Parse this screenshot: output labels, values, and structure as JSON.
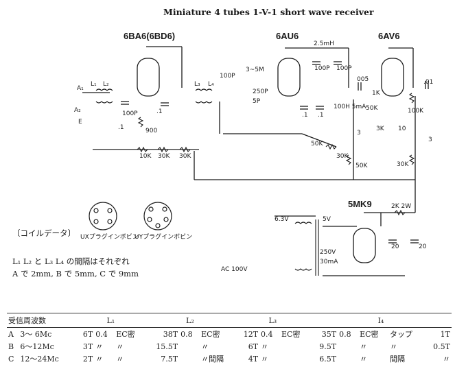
{
  "title": "Miniature 4 tubes 1-V-1 short wave receiver",
  "tubes": [
    "6BA6(6BD6)",
    "6AU6",
    "6AV6",
    "5MK9"
  ],
  "components": {
    "antenna": [
      "A₁",
      "A₂",
      "E"
    ],
    "coils": [
      "L₁",
      "L₂",
      "L₃",
      "L₄"
    ],
    "caps": [
      "100P",
      ".1",
      ".1",
      "100P",
      "250P",
      "5P",
      "3~5M",
      ".1",
      ".1",
      "100P",
      "100P",
      "005",
      "3",
      ".01",
      "3",
      "10",
      "20",
      "20"
    ],
    "resistors": [
      "900",
      "10K",
      "30K",
      "30K",
      "50K",
      "30K",
      "50K",
      "50K",
      "1K",
      "100K",
      "3K",
      "30K",
      "2K 2W"
    ],
    "inductors": [
      "2.5mH",
      "100H 5mA"
    ],
    "power": [
      "6.3V",
      "5V",
      "250V",
      "30mA",
      "AC 100V"
    ]
  },
  "pin_diagrams": [
    "UXプラグインボビン",
    "UYプラグインボビン"
  ],
  "notes": {
    "coil_data_heading": "〔コイルデータ〕",
    "spacing_line": "L₁ L₂ と L₃ L₄ の間隔はそれぞれ",
    "spacing_values": "A で 2mm, B で 5mm, C で 9mm"
  },
  "table": {
    "headers": [
      "受信周波数",
      "L₁",
      "L₂",
      "L₃",
      "I₄"
    ],
    "rows": [
      [
        "A",
        "3～ 6Mc",
        "6T",
        "0.4",
        "EC密",
        "38T",
        "0.8",
        "EC密",
        "12T",
        "0.4",
        "EC密",
        "35T",
        "0.8",
        "EC密",
        "タップ",
        "1T"
      ],
      [
        "B",
        "6～12Mc",
        "3T",
        "〃",
        "〃",
        "15.5T",
        "",
        "〃",
        "6T",
        "〃",
        "",
        "9.5T",
        "",
        "〃",
        "〃",
        "0.5T"
      ],
      [
        "C",
        "12～24Mc",
        "2T",
        "〃",
        "〃",
        "7.5T",
        "",
        "〃間隔",
        "4T",
        "〃",
        "",
        "6.5T",
        "",
        "〃",
        "間隔",
        "〃"
      ]
    ]
  }
}
